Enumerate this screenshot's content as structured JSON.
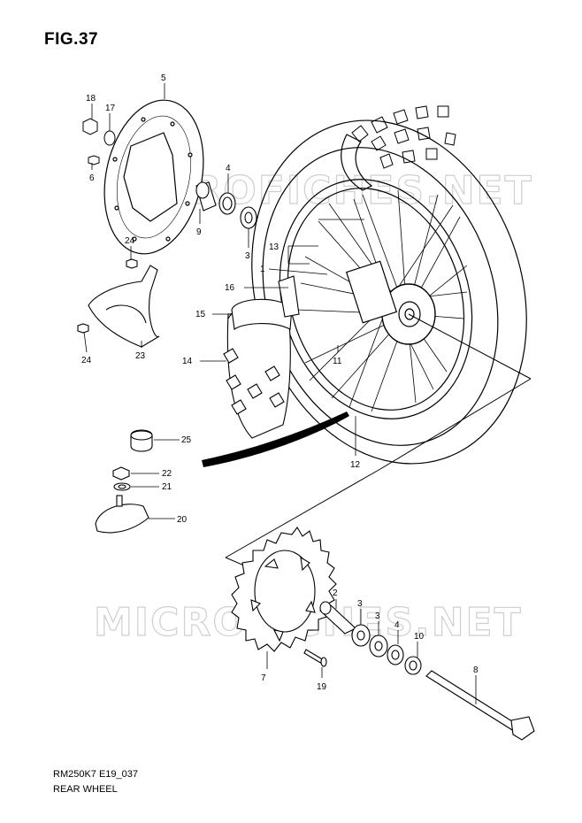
{
  "figure": {
    "title": "FIG.37",
    "code": "RM250K7 E19_037",
    "name": "REAR WHEEL"
  },
  "watermark": {
    "text_top": "MICROFICHES.NET",
    "text_bottom": "MICROFICHES.NET"
  },
  "callouts": [
    {
      "id": "c1",
      "label": "1"
    },
    {
      "id": "c2",
      "label": "2"
    },
    {
      "id": "c3a",
      "label": "3"
    },
    {
      "id": "c3b",
      "label": "3"
    },
    {
      "id": "c3c",
      "label": "3"
    },
    {
      "id": "c4a",
      "label": "4"
    },
    {
      "id": "c4b",
      "label": "4"
    },
    {
      "id": "c5",
      "label": "5"
    },
    {
      "id": "c6",
      "label": "6"
    },
    {
      "id": "c7",
      "label": "7"
    },
    {
      "id": "c8",
      "label": "8"
    },
    {
      "id": "c9",
      "label": "9"
    },
    {
      "id": "c10",
      "label": "10"
    },
    {
      "id": "c11",
      "label": "11"
    },
    {
      "id": "c12",
      "label": "12"
    },
    {
      "id": "c13",
      "label": "13"
    },
    {
      "id": "c14",
      "label": "14"
    },
    {
      "id": "c15",
      "label": "15"
    },
    {
      "id": "c16",
      "label": "16"
    },
    {
      "id": "c17",
      "label": "17"
    },
    {
      "id": "c18",
      "label": "18"
    },
    {
      "id": "c19",
      "label": "19"
    },
    {
      "id": "c20",
      "label": "20"
    },
    {
      "id": "c21",
      "label": "21"
    },
    {
      "id": "c22",
      "label": "22"
    },
    {
      "id": "c23",
      "label": "23"
    },
    {
      "id": "c24a",
      "label": "24"
    },
    {
      "id": "c24b",
      "label": "24"
    },
    {
      "id": "c25",
      "label": "25"
    }
  ]
}
